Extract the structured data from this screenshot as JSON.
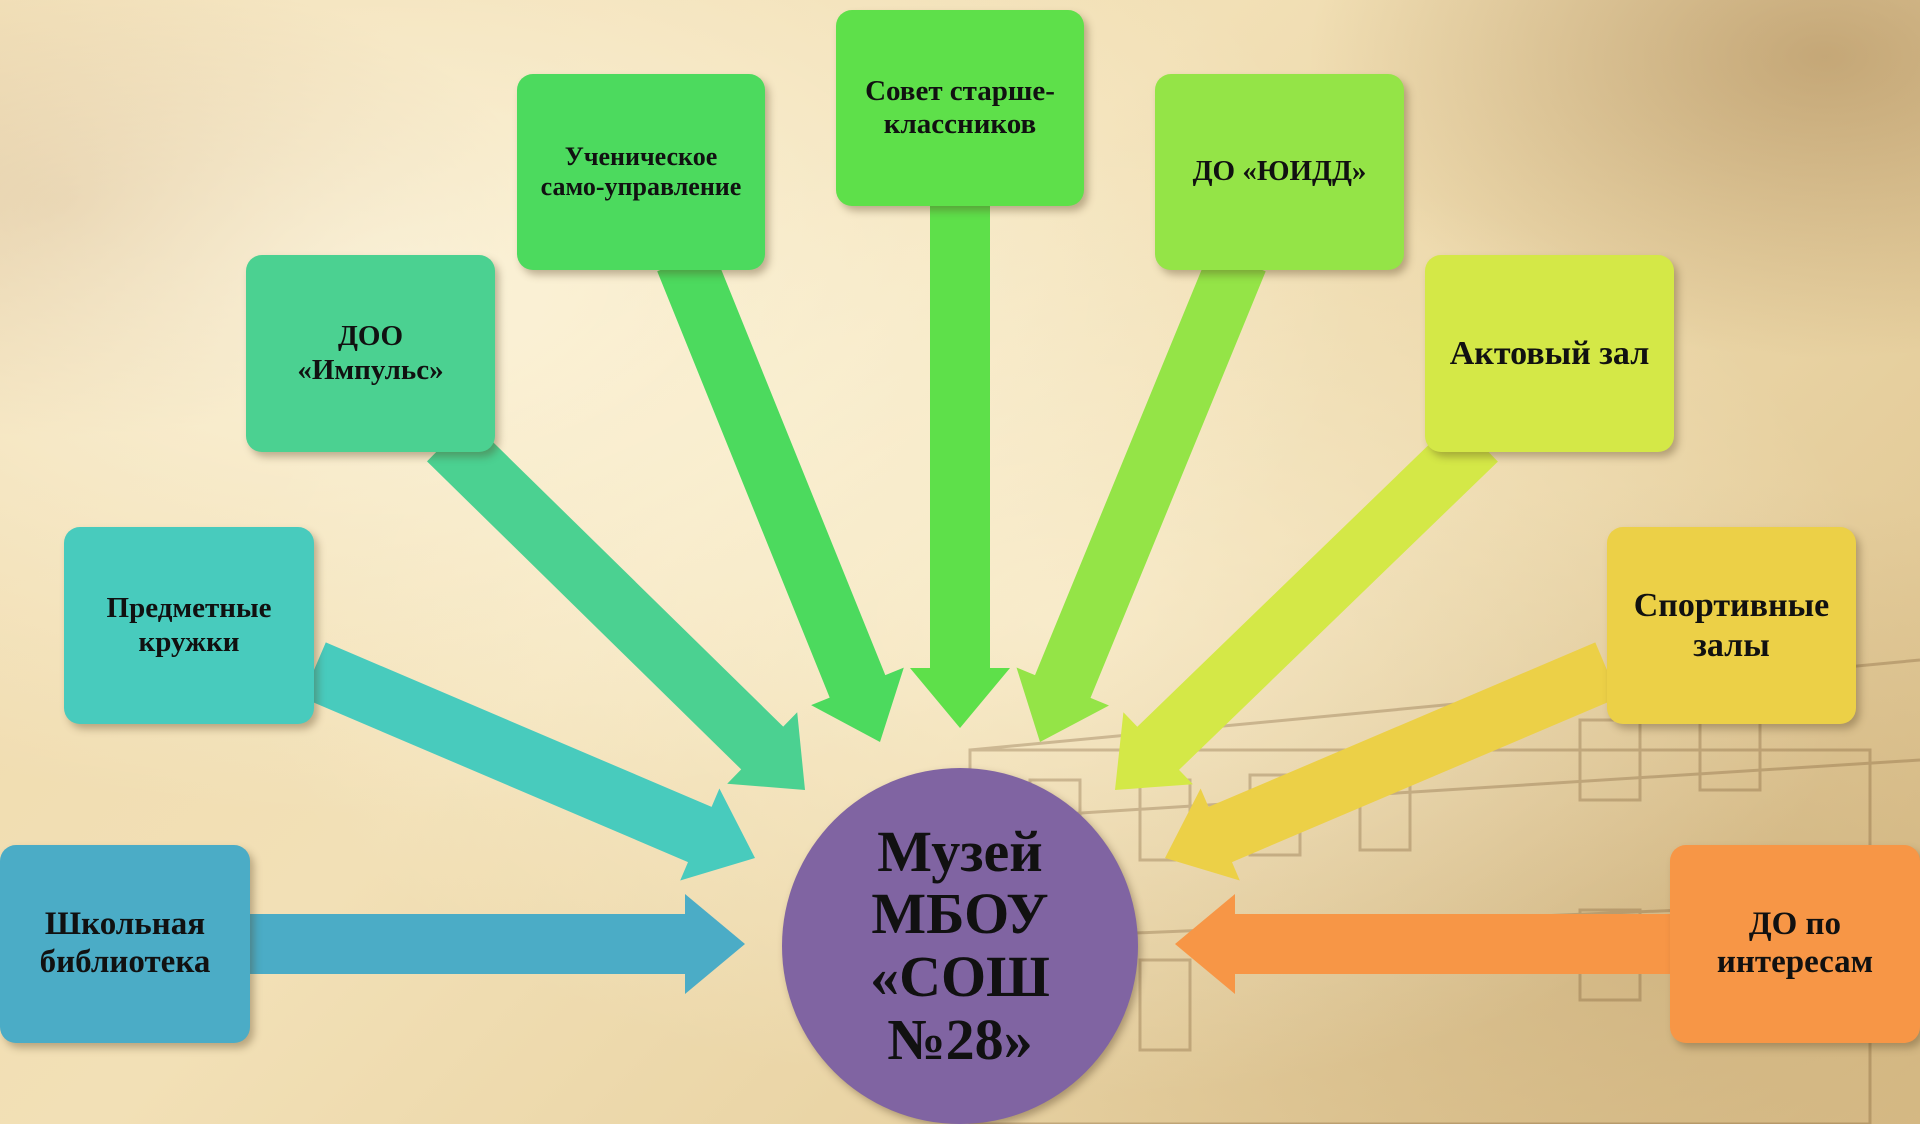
{
  "center": {
    "label": "Музей\nМБОУ\n«СОШ\n№28»",
    "color": "#8064a2"
  },
  "boxes": [
    {
      "id": "library",
      "label": "Школьная\nбиблиотека",
      "color": "#4bacc6"
    },
    {
      "id": "clubs",
      "label": "Предметные\nкружки",
      "color": "#48cbbd"
    },
    {
      "id": "doo",
      "label": "ДОО\n«Импульс»",
      "color": "#4bd191"
    },
    {
      "id": "selfgov",
      "label": "Ученическое\nсамо-управление",
      "color": "#4cda5e"
    },
    {
      "id": "council",
      "label": "Совет старше-\nклассников",
      "color": "#5ee04a"
    },
    {
      "id": "yuidd",
      "label": "ДО «ЮИДД»",
      "color": "#94e447"
    },
    {
      "id": "hall",
      "label": "Актовый зал",
      "color": "#d4e847"
    },
    {
      "id": "gyms",
      "label": "Спортивные\nзалы",
      "color": "#ecd047"
    },
    {
      "id": "interests",
      "label": "ДО по\nинтересам",
      "color": "#f79646"
    }
  ]
}
